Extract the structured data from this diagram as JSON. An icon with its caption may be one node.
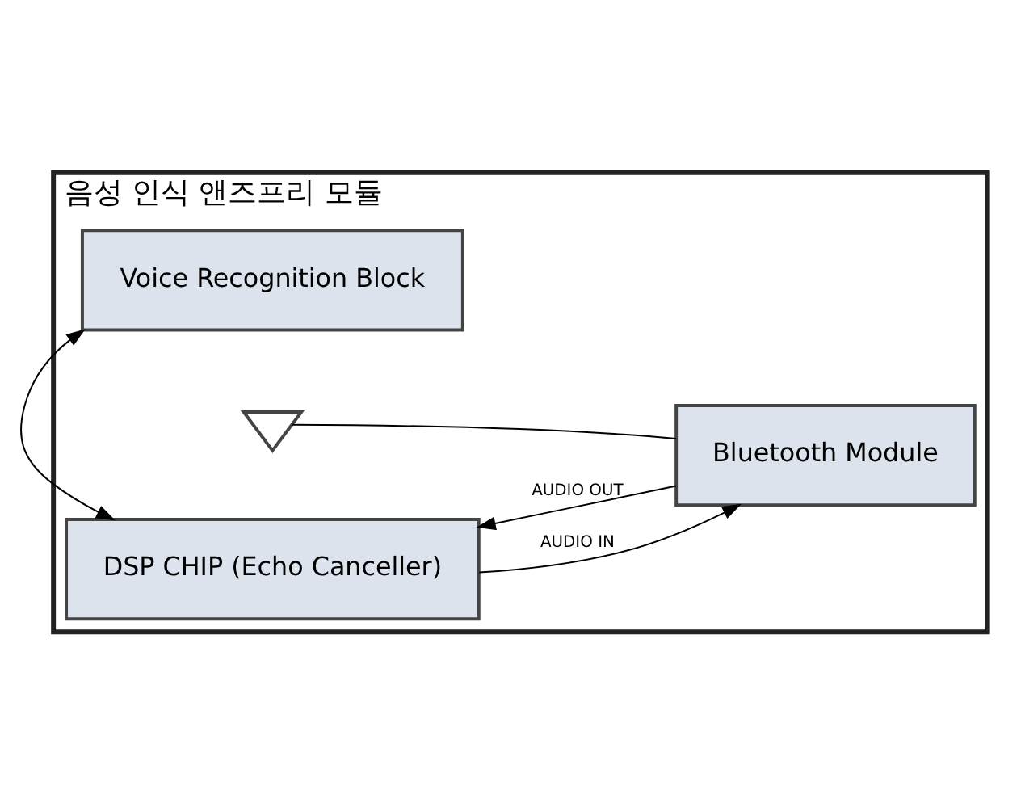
{
  "diagram": {
    "nodes": [
      {
        "text": [
          "음성 인식 앤즈프리 모듈"
        ]
      },
      {
        "text": [
          "Voice Recognition Block"
        ],
        "in": 0
      },
      {
        "text": [],
        "shape": "antenna",
        "in": 0
      },
      {
        "text": [
          "Bluetooth Module"
        ],
        "in": 0
      },
      {
        "text": [
          "DSP CHIP (Echo Canceller)"
        ],
        "in": 0
      }
    ],
    "edges": [
      {
        "from": 1,
        "to": 4,
        "arrow": "both"
      },
      {
        "from": 2,
        "to": 3,
        "arrow": "none"
      },
      {
        "from": 4,
        "to": 3,
        "arrow": "to",
        "label": "AUDIO IN"
      },
      {
        "from": 3,
        "to": 4,
        "arrow": "to",
        "label": "AUDIO OUT"
      }
    ]
  }
}
